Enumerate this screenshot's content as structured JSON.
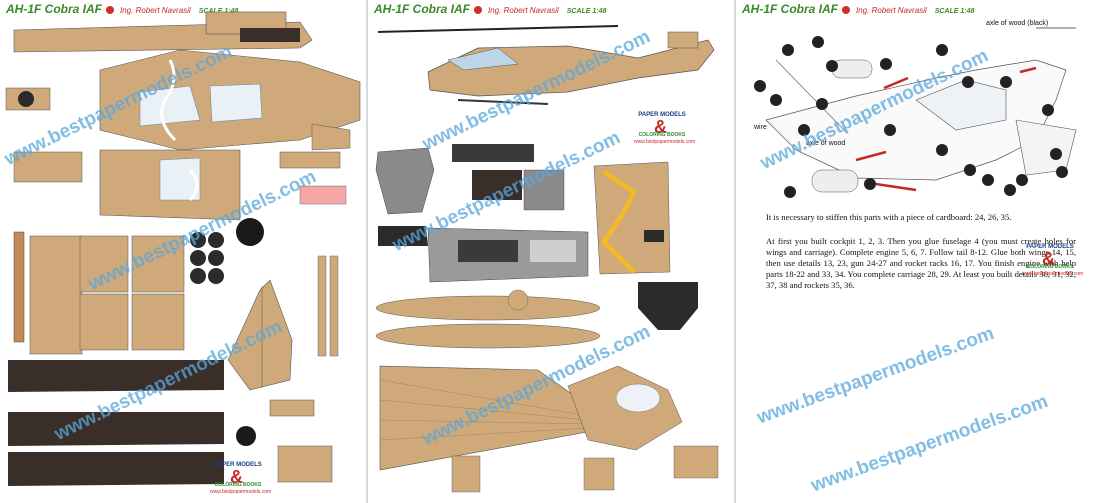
{
  "header": {
    "title": "AH-1F Cobra IAF",
    "author": "Ing. Robert Navrasil",
    "scale": "SCALE 1:48"
  },
  "watermark": "www.bestpapermodels.com",
  "logo": {
    "line1": "PAPER MODELS",
    "amp": "&",
    "line2": "COLORING BOOKS",
    "url": "www.bestpapermodels.com"
  },
  "sheet3": {
    "label_axle_black": "axle of wood (black)",
    "label_axle": "axle of wood",
    "label_wire": "wire",
    "note": "It is necessary to stiffen this parts with a piece of cardboard: 24, 26, 35.",
    "instructions": "At first you built cockpit 1, 2, 3. Then you glue fuselage 4 (you must create holes for wings and carriage). Complete engine 5, 6, 7. Follow tail 8-12. Glue both wings 14, 15, then use details 13, 23, gun 24-27 and rocket racks 16, 17. You finish engine with help parts 18-22 and 33, 34. You complete carriage 28, 29. At least you built details 30, 31, 32, 37, 38 and rockets 35, 36."
  },
  "colors": {
    "tan": "#cfa97a",
    "tan_dark": "#a67c4d",
    "dark": "#3a2e28",
    "watermark": "#5aa7dc",
    "title": "#3a8a2a"
  }
}
